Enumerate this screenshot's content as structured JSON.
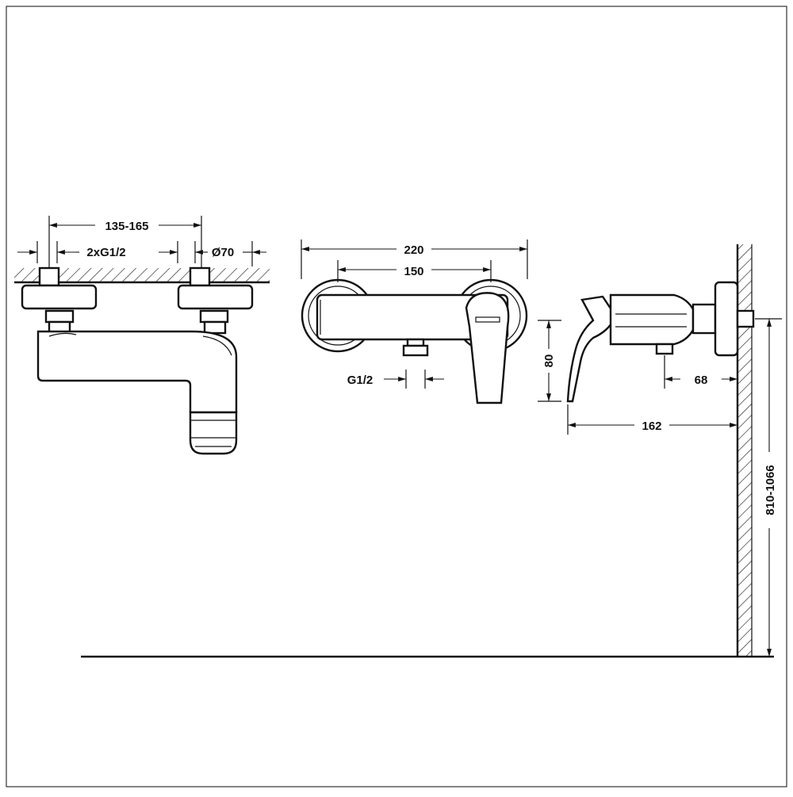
{
  "dimensions": {
    "spacing": "135-165",
    "inlets": "2xG1/2",
    "escutcheon_diameter": "Ø70",
    "overall_width": "220",
    "body_length": "150",
    "outlet_thread": "G1/2",
    "height": "80",
    "outlet_offset": "68",
    "projection": "162",
    "mounting_height": "810-1066"
  }
}
